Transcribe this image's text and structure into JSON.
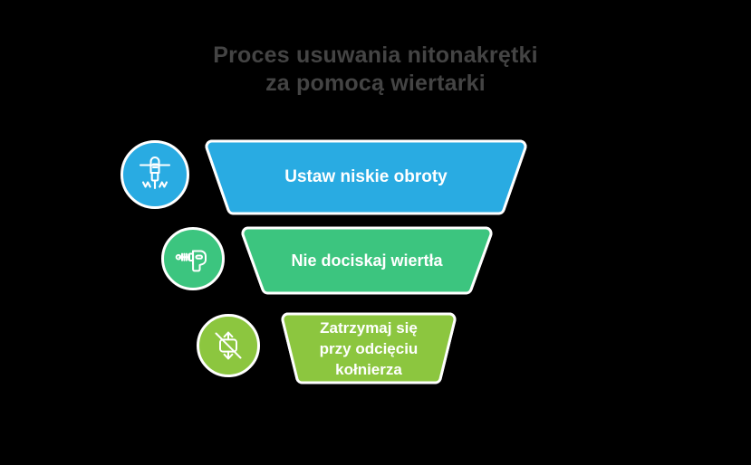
{
  "page": {
    "background_color": "#000000",
    "title": {
      "color": "#444444",
      "line1": "Proces usuwania nitonakrętki",
      "line2": "za pomocą wiertarki"
    }
  },
  "funnel": {
    "type": "funnel",
    "steps": [
      {
        "index": "1",
        "label": "Ustaw niskie obroty",
        "color": "#29ABE2",
        "icon": "jackhammer-icon",
        "icon_color": "#ffffff"
      },
      {
        "index": "2",
        "label": "Nie dociskaj wiertła",
        "color": "#3CC57F",
        "icon": "power-drill-icon",
        "icon_color": "#ffffff"
      },
      {
        "index": "3",
        "label": "Zatrzymaj się przy odcięciu kołnierza",
        "label_line1": "Zatrzymaj się",
        "label_line2": "przy odcięciu",
        "label_line3": "kołnierza",
        "color": "#8CC63F",
        "icon": "no-vertical-pressure-icon",
        "icon_color": "#ffffff"
      }
    ]
  }
}
